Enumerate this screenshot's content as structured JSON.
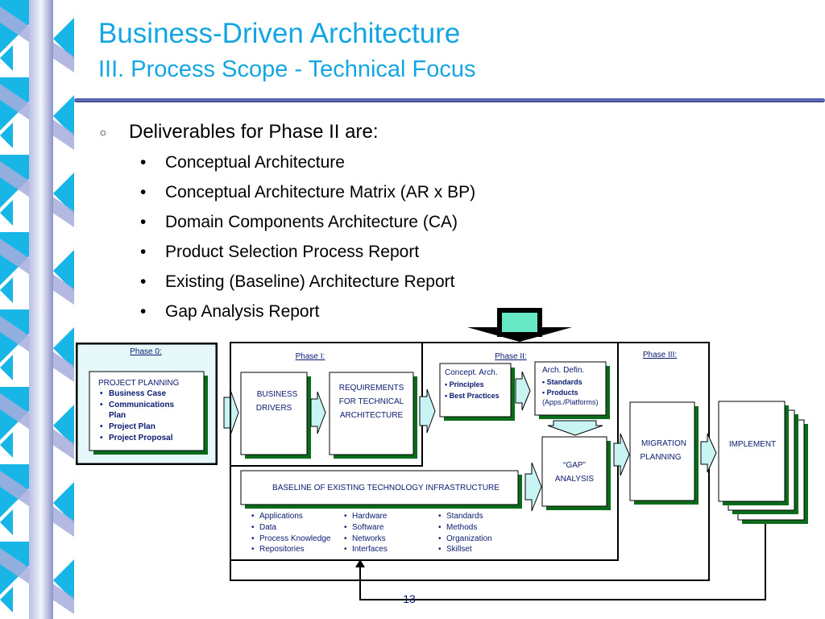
{
  "slide": {
    "title": "Business-Driven Architecture",
    "subtitle": "III. Process Scope - Technical Focus",
    "page_number": "13"
  },
  "content": {
    "heading": "Deliverables for Phase II are:",
    "items": [
      "Conceptual Architecture",
      "Conceptual Architecture Matrix (AR x BP)",
      "Domain Components Architecture (CA)",
      "Product Selection Process Report",
      "Existing (Baseline) Architecture Report",
      "Gap Analysis Report"
    ]
  },
  "diagram": {
    "phase0": {
      "label": "Phase 0:",
      "box_title": "PROJECT PLANNING",
      "items": [
        "Business Case",
        "Communications",
        "Plan",
        "Project Plan",
        "Project Proposal"
      ]
    },
    "phase1": {
      "label": "Phase I:",
      "business_drivers": [
        "BUSINESS",
        "DRIVERS"
      ],
      "requirements": [
        "REQUIREMENTS",
        "FOR TECHNICAL",
        "ARCHITECTURE"
      ]
    },
    "phase2": {
      "label": "Phase II:",
      "concept_title": "Concept. Arch.",
      "concept_items": [
        "• Principles",
        "• Best Practices"
      ],
      "arch_title": "Arch. Defin.",
      "arch_items": [
        "• Standards",
        "• Products",
        "(Apps./Platforms)"
      ],
      "gap": [
        "“GAP”",
        "ANALYSIS"
      ]
    },
    "phase3": {
      "label": "Phase III:",
      "migration": [
        "MIGRATION",
        "PLANNING"
      ],
      "implement": "IMPLEMENT"
    },
    "baseline": {
      "title": "BASELINE OF EXISTING TECHNOLOGY INFRASTRUCTURE",
      "col1": [
        "Applications",
        "Data",
        "Process Knowledge",
        "Repositories"
      ],
      "col2": [
        "Hardware",
        "Software",
        "Networks",
        "Interfaces"
      ],
      "col3": [
        "Standards",
        "Methods",
        "Organization",
        "Skillset"
      ]
    }
  },
  "colors": {
    "title": "#14a6e4",
    "diagram_text": "#0a1a6e",
    "shadow": "#0c6b1a",
    "arrow_fill": "#c8f4f4",
    "highlight_arrow": "#66e8c4",
    "phase0_bg": "#e6f8fa"
  }
}
